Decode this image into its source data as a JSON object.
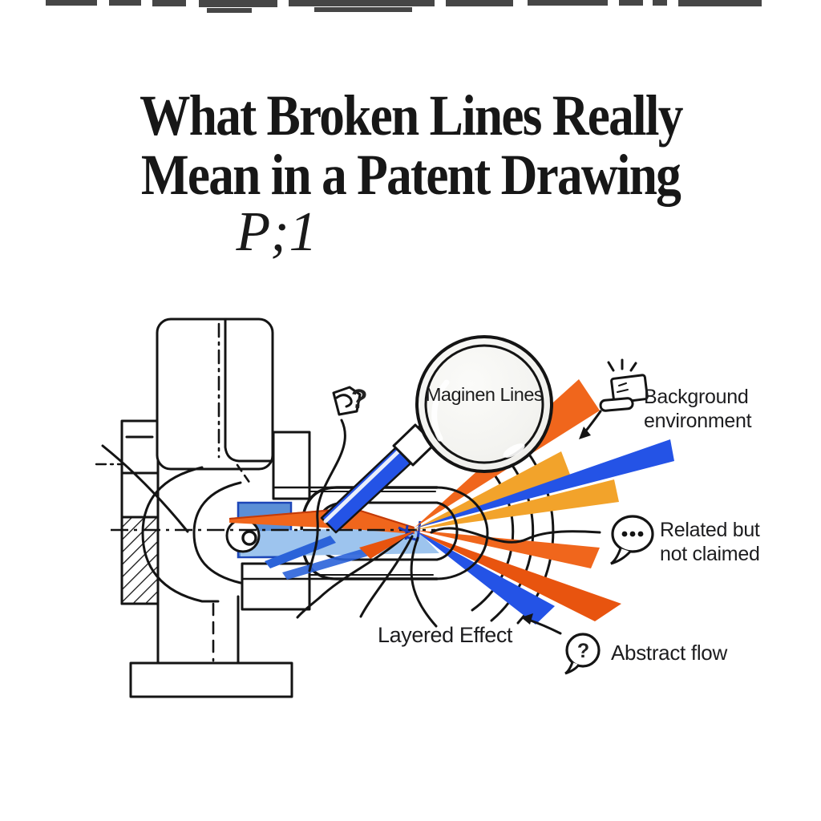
{
  "title": {
    "line1": "What Broken Lines Really",
    "line2": "Mean in a Patent Drawing"
  },
  "figure_label": "P;1",
  "magnifier": {
    "label": "Maginen Lines"
  },
  "doodle": {
    "question_mark": "?"
  },
  "annotations": {
    "background": {
      "line1": "Background",
      "line2": "environment"
    },
    "related": {
      "line1": "Related but",
      "line2": "not claimed"
    },
    "abstract": {
      "label": "Abstract flow",
      "question_mark": "?"
    },
    "layered": {
      "label": "Layered Effect"
    }
  },
  "colors": {
    "orange": "#f0661c",
    "orange_deep": "#e8540f",
    "amber": "#f2a32b",
    "blue": "#2453e6",
    "blue_stripe": "#2b63d9",
    "light_blue": "#9dc4ee",
    "steel_blue": "#5b8fd6",
    "ink": "#141414",
    "strip": "#262626"
  }
}
